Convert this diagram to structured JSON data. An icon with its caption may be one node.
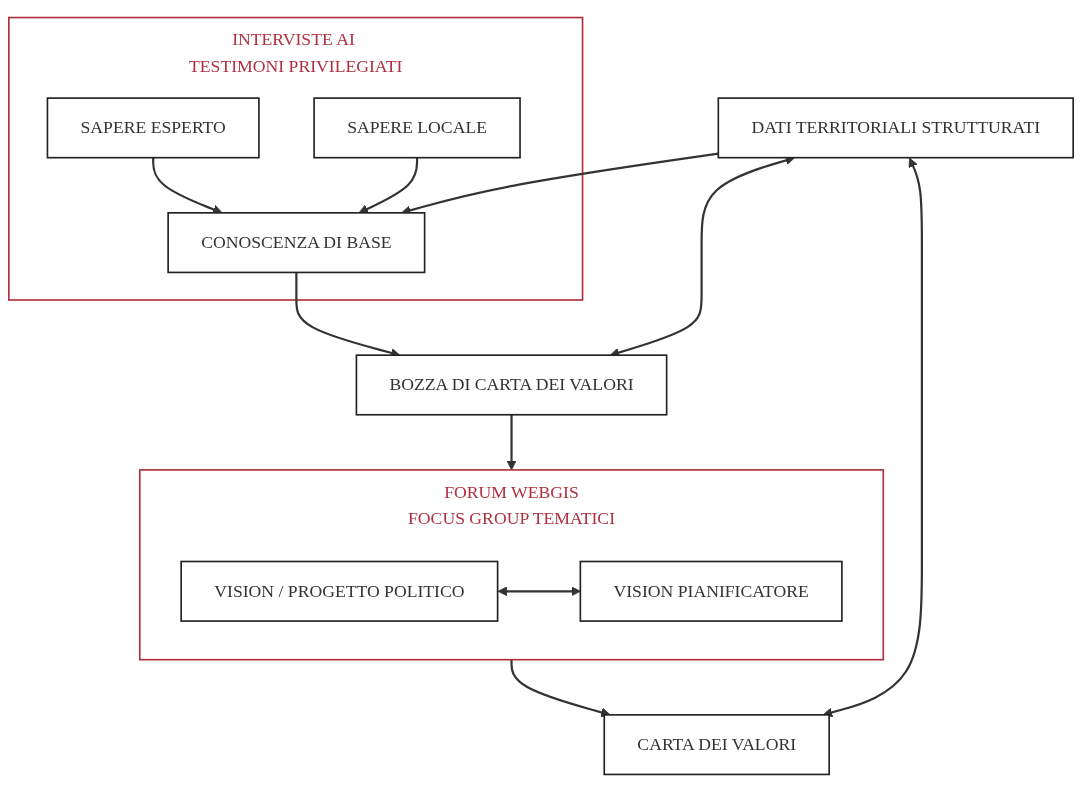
{
  "diagram": {
    "nodes": [
      {
        "text": [
          "INTERVISTE AI TESTIMONI PRIVILEGIATI"
        ]
      },
      {
        "text": [
          "SAPERE ESPERTO"
        ],
        "in": 0
      },
      {
        "text": [
          "DATI TERRITORIALI STRUTTURATI"
        ]
      },
      {
        "text": [
          "CONOSCENZA DI BASE"
        ],
        "in": 0
      },
      {
        "text": [
          "SAPERE LOCALE"
        ],
        "in": 0
      },
      {
        "text": [
          "BOZZA DI CARTA DEI VALORI"
        ]
      },
      {
        "text": [
          "FORUM WEBGIS",
          "FOCUS GROUP TEMATICI"
        ]
      },
      {
        "text": [
          "VISION / PROGETTO POLITICO"
        ],
        "in": 6
      },
      {
        "text": [
          "VISION PIANIFICATORE"
        ],
        "in": 6
      },
      {
        "text": [
          "CARTA DEI VALORI"
        ]
      }
    ],
    "edges": [
      {
        "from": 1,
        "to": 3,
        "arrow": "to"
      },
      {
        "from": 2,
        "to": 3,
        "arrow": "to"
      },
      {
        "from": 4,
        "to": 3,
        "arrow": "to"
      },
      {
        "from": 3,
        "to": 5,
        "arrow": "to"
      },
      {
        "from": 5,
        "to": 6,
        "arrow": "to"
      },
      {
        "from": 7,
        "to": 8,
        "arrow": "both"
      },
      {
        "from": 6,
        "to": 9,
        "arrow": "to"
      },
      {
        "from": 2,
        "to": 5,
        "arrow": "both"
      },
      {
        "from": 2,
        "to": 9,
        "arrow": "both"
      }
    ]
  }
}
